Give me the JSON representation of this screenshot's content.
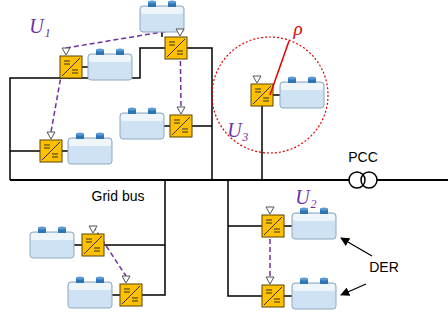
{
  "diagram": {
    "labels": [
      "U₁",
      "ρ",
      "U₃",
      "PCC",
      "Grid bus",
      "U₂",
      "DER"
    ]
  }
}
